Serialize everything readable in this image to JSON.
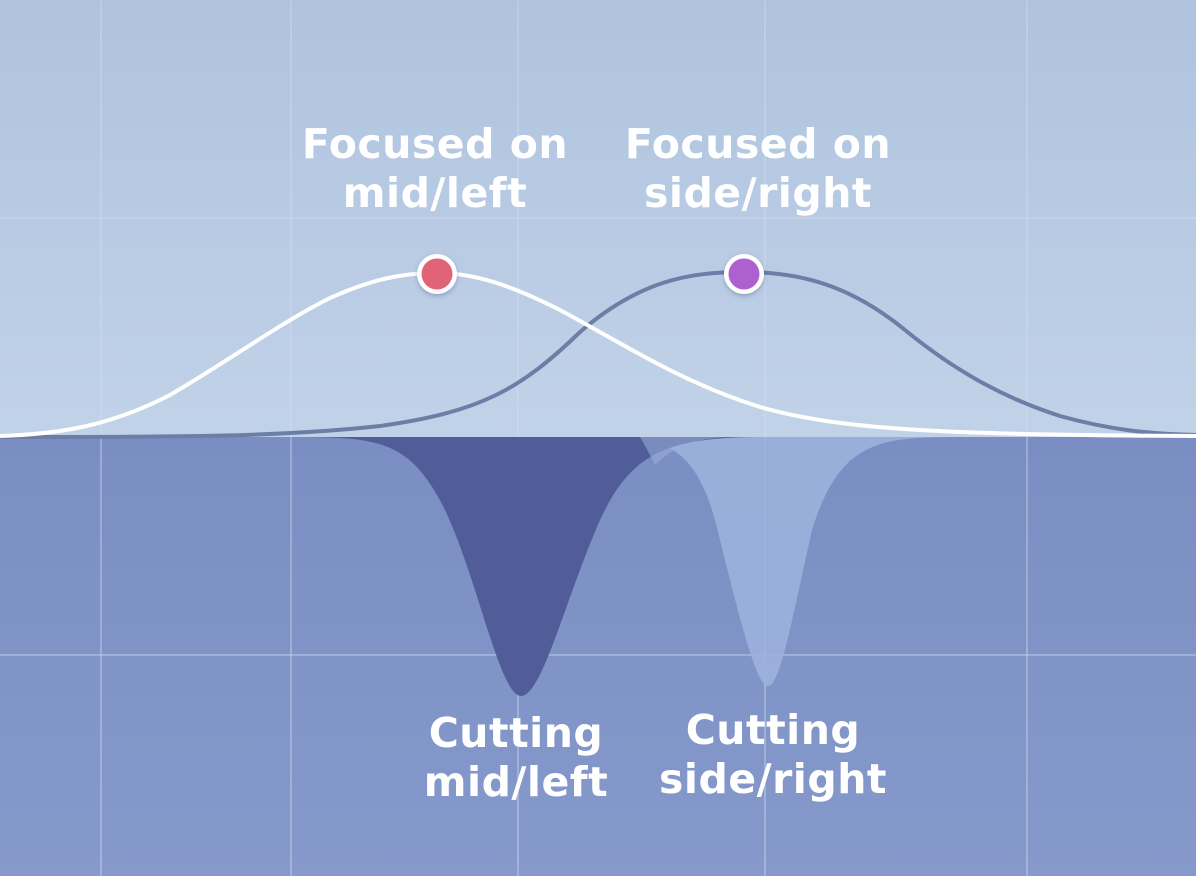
{
  "labels": {
    "focus_mid": {
      "line1": "Focused on",
      "line2": "mid/left"
    },
    "focus_side": {
      "line1": "Focused on",
      "line2": "side/right"
    },
    "cut_mid": {
      "line1": "Cutting",
      "line2": "mid/left"
    },
    "cut_side": {
      "line1": "Cutting",
      "line2": "side/right"
    }
  },
  "colors": {
    "boost_background": "#b1c5e0",
    "cut_background": "#7f93c6",
    "grid": "#c9d6ef",
    "mid_boost_curve": "#ffffff",
    "side_boost_curve": "#6b7ea6",
    "mid_cut_fill": "#515d99",
    "side_cut_fill": "#9db1dd",
    "mid_node": "#e06378",
    "side_node": "#ae5fd0",
    "node_ring": "#ffffff"
  },
  "icons": {
    "mid_node": "circle-node",
    "side_node": "circle-node"
  }
}
